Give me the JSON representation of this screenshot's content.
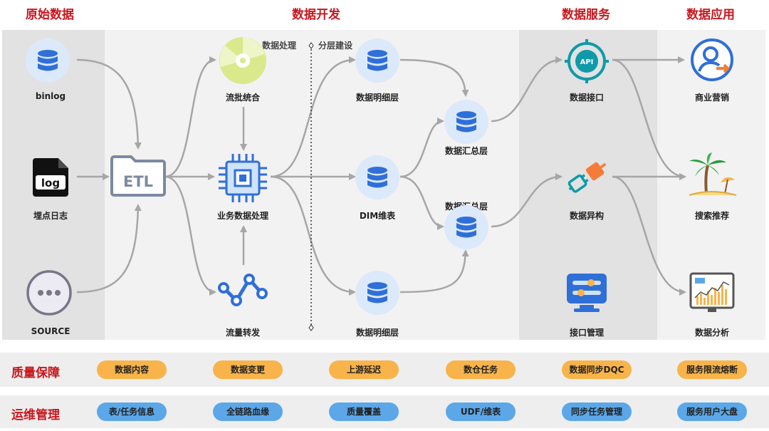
{
  "sections": {
    "raw": "原始数据",
    "dev": "数据开发",
    "service": "数据服务",
    "apps": "数据应用"
  },
  "divider": {
    "left_label": "数据处理",
    "right_label": "分层建设"
  },
  "nodes": {
    "binlog": "binlog",
    "log": "埋点日志",
    "source": "SOURCE",
    "etl_text": "ETL",
    "stream_batch": "流批统合",
    "biz_process": "业务数据处理",
    "traffic": "流量转发",
    "detail_top": "数据明细层",
    "dim": "DIM维表",
    "detail_bottom": "数据明细层",
    "summary_top": "数据汇总层",
    "summary_bottom": "数据汇总层",
    "api": "数据接口",
    "heterogeneous": "数据异构",
    "interface_mgmt": "接口管理",
    "marketing": "商业营销",
    "search": "搜索推荐",
    "analysis": "数据分析",
    "log_icon_text": "log",
    "api_icon_text": "API"
  },
  "quality": {
    "title": "质量保障",
    "items": [
      "数据内容",
      "数据变更",
      "上游延迟",
      "数仓任务",
      "数据同步DQC",
      "服务限流熔断"
    ]
  },
  "ops": {
    "title": "运维管理",
    "items": [
      "表/任务信息",
      "全链路血缘",
      "质量覆盖",
      "UDF/维表",
      "同步任务管理",
      "服务用户大盘"
    ]
  },
  "colors": {
    "title_red": "#c8161d",
    "pill_orange": "#f8b44a",
    "pill_blue": "#5ba7e8",
    "icon_blue": "#2f6fd8",
    "arrow_gray": "#a6a6a6"
  }
}
